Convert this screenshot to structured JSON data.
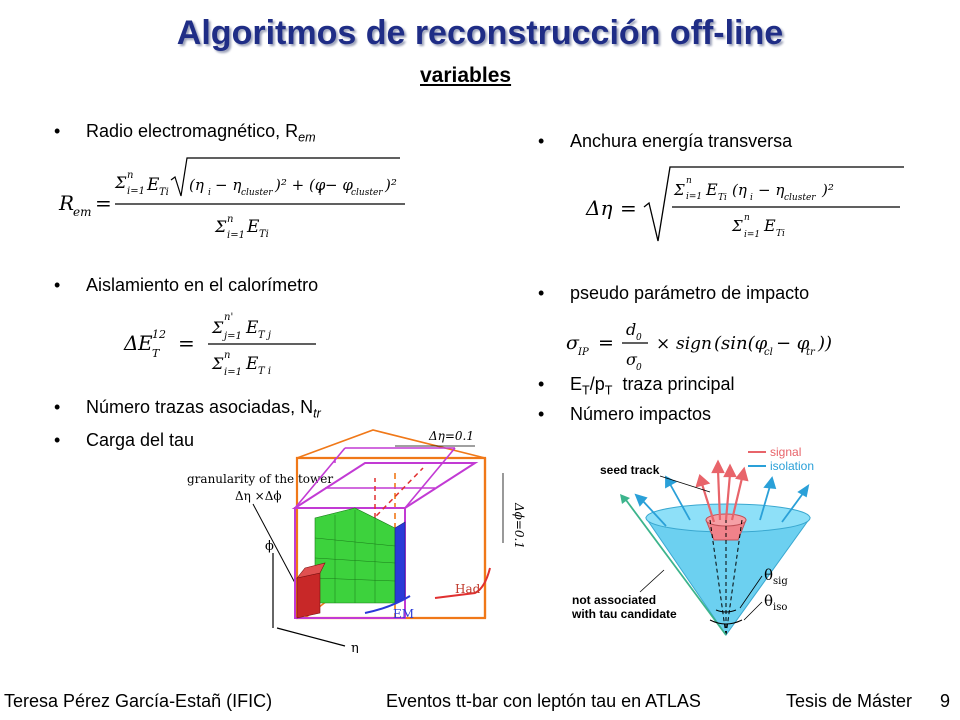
{
  "slide": {
    "title": "Algoritmos de reconstrucción off-line",
    "subtitle": "variables"
  },
  "left": {
    "b1_main": "Radio electromagnético, R",
    "b1_sub": "em",
    "b2": "Aislamiento en el calorímetro",
    "b3_main": "Número trazas asociadas, N",
    "b3_sub": "tr",
    "b4": "Carga del tau"
  },
  "right": {
    "b1": "Anchura energía transversa",
    "b2": "pseudo parámetro de impacto",
    "b3_e": "E",
    "b3_esub": "T",
    "b3_p": "/p",
    "b3_psub": "T",
    "b3_rest": "  traza principal",
    "b4": "Número impactos"
  },
  "equations": {
    "rem": "R_em = Σ_{i=1}^{n} E_Ti √((η_i − η_cluster)² + (φ_i − φ_cluster)²) / Σ_{i=1}^{n} E_Ti",
    "isol": "ΔE_T^12 = Σ_{j=1}^{n'} E_Tj / Σ_{i=1}^{n} E_Ti",
    "deta": "Δη = √( Σ_{i=1}^{n} E_Ti (η_i − η_cluster)² / Σ_{i=1}^{n} E_Ti )",
    "sip": "σ_IP = d_0/σ_0 × sign(sin(φ_cl − φ_tr))"
  },
  "tower_figure": {
    "granularity": "granularity of the tower",
    "deta_dphi": "Δη ×Δϕ",
    "deta_label": "Δη=0.1",
    "dphi_label": "Δϕ=0.1",
    "phi_axis": "ϕ",
    "eta_axis": "η",
    "had": "Had",
    "em": "EM"
  },
  "cone_figure": {
    "legend_signal": "signal",
    "legend_isolation": "isolation",
    "seed_track": "seed track",
    "not_associated_1": "not associated",
    "not_associated_2": "with tau candidate",
    "theta_sig": "θ",
    "theta_sig_sub": "sig",
    "theta_iso": "θ",
    "theta_iso_sub": "iso"
  },
  "footer": {
    "author": "Teresa Pérez García-Estañ (IFIC)",
    "talk": "Eventos tt-bar con leptón tau en ATLAS",
    "venue": "Tesis de Máster",
    "page": "9"
  },
  "colors": {
    "title": "#1f2d86",
    "signal": "#e8646a",
    "isolation": "#2aa0d8",
    "magenta": "#c23ad4",
    "orange": "#f07818"
  }
}
